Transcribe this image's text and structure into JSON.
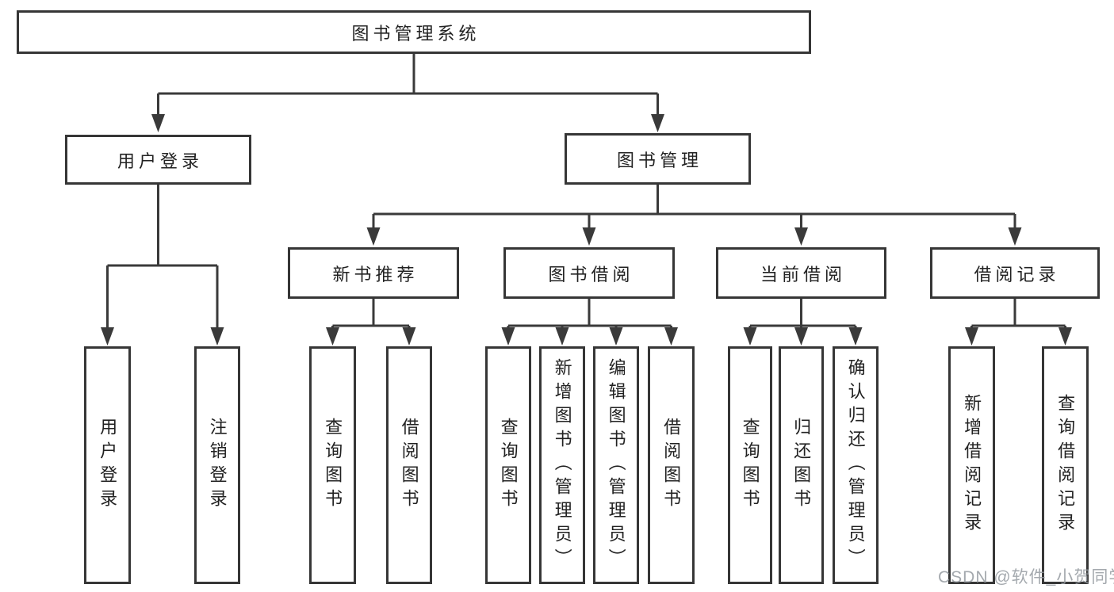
{
  "diagram": {
    "title": "图书管理系统",
    "tree": {
      "label": "图书管理系统",
      "children": [
        {
          "label": "用户登录",
          "children": [
            {
              "label": "用户登录"
            },
            {
              "label": "注销登录"
            }
          ]
        },
        {
          "label": "图书管理",
          "children": [
            {
              "label": "新书推荐",
              "children": [
                {
                  "label": "查询图书"
                },
                {
                  "label": "借阅图书"
                }
              ]
            },
            {
              "label": "图书借阅",
              "children": [
                {
                  "label": "查询图书"
                },
                {
                  "label": "新增图书（管理员）"
                },
                {
                  "label": "编辑图书（管理员）"
                },
                {
                  "label": "借阅图书"
                }
              ]
            },
            {
              "label": "当前借阅",
              "children": [
                {
                  "label": "查询图书"
                },
                {
                  "label": "归还图书"
                },
                {
                  "label": "确认归还（管理员）"
                }
              ]
            },
            {
              "label": "借阅记录",
              "children": [
                {
                  "label": "新增借阅记录"
                },
                {
                  "label": "查询借阅记录"
                }
              ]
            }
          ]
        }
      ]
    }
  },
  "watermark": {
    "text": "CSDN @软件_小贺同学"
  },
  "colors": {
    "line": "#3a3a3a",
    "box_border": "#363636",
    "text": "#222222",
    "background": "#ffffff",
    "watermark": "#949aa0"
  }
}
